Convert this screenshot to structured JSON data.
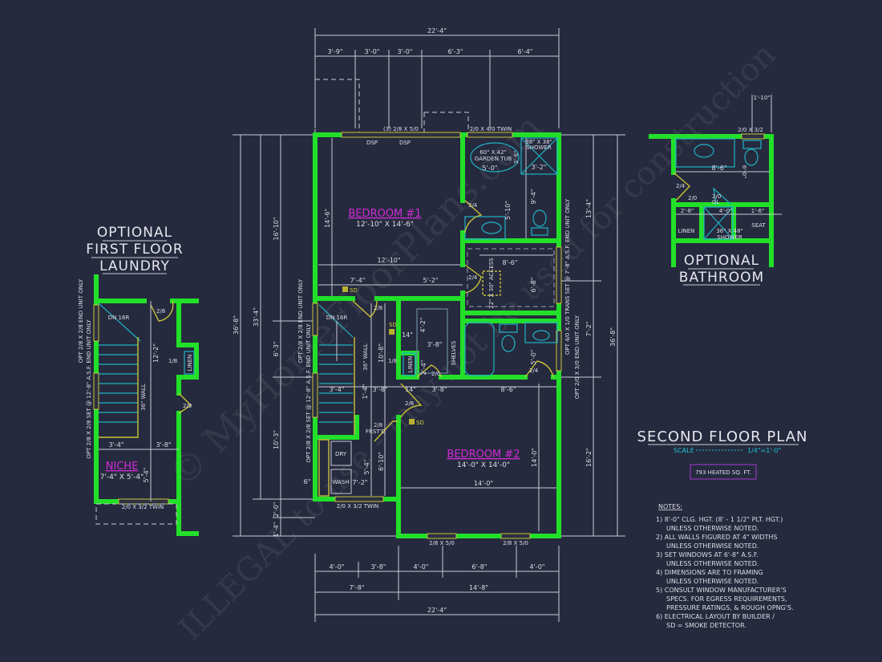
{
  "colors": {
    "background": "#262a3e",
    "walls": "#22e02a",
    "fixtures": "#1fb3c4",
    "doors": "#c8c23a",
    "room_labels": "#d02ad8",
    "dimensions": "#c9c9d6"
  },
  "title": "SECOND FLOOR PLAN",
  "scale": {
    "label": "SCALE",
    "value": "1/4\"=1'-0\""
  },
  "heated_area": "793 HEATED SQ. FT.",
  "notes": {
    "heading": "NOTES:",
    "lines": [
      "1) 8'-0\"  CLG. HGT. (8' - 1 1/2\" PLT. HGT.)",
      "UNLESS OTHERWISE NOTED.",
      "2) ALL  WALLS FIGURED AT 4\" WIDTHS",
      "UNLESS OTHERWISE NOTED.",
      "3) SET WINDOWS AT 6'-8\" A.S.F.",
      "UNLESS OTHERWISE NOTED.",
      "4) DIMENSIONS ARE TO FRAMING",
      "UNLESS OTHERWISE NOTED.",
      "5) CONSULT WINDOW MANUFACTURER'S",
      "SPECS. FOR EGRESS REQUIREMENTS,",
      "PRESSURE RATINGS, & ROUGH OPNG'S.",
      "6) ELECTRICAL LAYOUT BY BUILDER /",
      "SD = SMOKE DETECTOR."
    ]
  },
  "rooms": {
    "bedroom1": {
      "name": "BEDROOM #1",
      "size": "12'-10\" X 14'-6\""
    },
    "bedroom2": {
      "name": "BEDROOM #2",
      "size": "14'-0\" X 14'-0\""
    },
    "niche": {
      "name": "NICHE",
      "size": "7'-4\" X 5'-4\""
    }
  },
  "labels": {
    "garden_tub": "60\" X 42\"",
    "garden_tub2": "GARDEN TUB",
    "shower": "38\" X 38\"",
    "shower2": "SHOWER",
    "access": "22\" X 30\" ACCESS",
    "dn": "DN 16R",
    "wall36": "36\" WALL",
    "linen": "LINEN",
    "shelves": "SHELVES",
    "dry": "DRY",
    "wash": "WASH",
    "sd": "SD",
    "dsp": "DSP",
    "frstd": "FRST'D",
    "seat": "SEAT",
    "gl": "GL",
    "shower_opt": "36\" X 48\"",
    "shower_opt2": "SHOWER",
    "opt_win1": "OPT 2/8 X 2/8 END UNIT ONLY",
    "opt_win2": "OPT 2/8 X 2/8 SET @ 12'-8\" A.S.F. END UNIT ONLY",
    "opt_win3": "OPT 4/0 X 1/0 TRANS SET @ 7'-8\" A.S.F. END UNIT ONLY",
    "opt_win4": "OPT 2/0 X 3/0 END UNIT ONLY"
  },
  "windows": {
    "w1": "(3) 2/8 X 5/0",
    "w2": "2/0 X 4/0 TWIN",
    "w3": "2/0 X 3/2 TWIN",
    "w4": "2/8 X 5/0",
    "w5": "2/0 X 3/2",
    "w6": "2/0 X 3/2 TWIN"
  },
  "doors": {
    "d24": "2/4",
    "d28": "2/8",
    "d20": "2/0",
    "d18": "1/8"
  },
  "dims": {
    "top_total": "22'-4\"",
    "top": [
      "3'-9\"",
      "3'-0\"",
      "3'-0\"",
      "6'-3\"",
      "6'-4\""
    ],
    "bottom1": [
      "4'-0\"",
      "3'-8\"",
      "4'-0\"",
      "6'-8\"",
      "4'-0\""
    ],
    "bottom2": [
      "7'-8\"",
      "14'-8\""
    ],
    "bottom_total": "22'-4\"",
    "left_total": "36'-8\"",
    "left_mid": "33'-4\"",
    "left": [
      "16'-10\"",
      "6'-3\"",
      "10'-3\"",
      "2'-0\"",
      "1'-4\""
    ],
    "right": [
      "13'-4\"",
      "7'-2\"",
      "16'-2\""
    ],
    "right_total": "36'-8\"",
    "interior": {
      "b1w": "12'-10\"",
      "b1h": "14'-6\"",
      "a": "7'-4\"",
      "b": "5'-2\"",
      "c": "8'-6\"",
      "d": "6'-8\"",
      "e": "5'-10\"",
      "f": "9'-4\"",
      "g": "3'-6\"",
      "h": "5'-0\"",
      "i": "3'-2\"",
      "j": "4'-2\"",
      "k": "3'-8\"",
      "l": "14\"",
      "m": "2'-4\"",
      "n": "3'-4\"",
      "o": "10'-8\"",
      "p": "1'-4\"",
      "q": "8'-6\"",
      "r": "14'-0\"",
      "s": "14'-0\"",
      "t": "5'-4\"",
      "u": "6'-10\"",
      "v": "7'-2\"",
      "w": "6\"",
      "x": "5'-0\""
    },
    "laundry": {
      "a": "12'-2\"",
      "b": "3'-4\"",
      "c": "3'-8\"",
      "d": "5'-4\""
    },
    "opt_bath": {
      "a": "1'-10\"",
      "b": "8'-6\"",
      "c": "6'-0\"",
      "d": "2'-8\"",
      "e": "4'-0\"",
      "f": "1'-6\"",
      "g": "6'-0\""
    }
  },
  "opt_laundry_title": [
    "OPTIONAL",
    "FIRST FLOOR",
    "LAUNDRY"
  ],
  "opt_bath_title": [
    "OPTIONAL",
    "BATHROOM"
  ],
  "watermark": [
    "© MyHomeFloorPlans.com",
    "ILLEGAL to use - may not be used for construction"
  ]
}
